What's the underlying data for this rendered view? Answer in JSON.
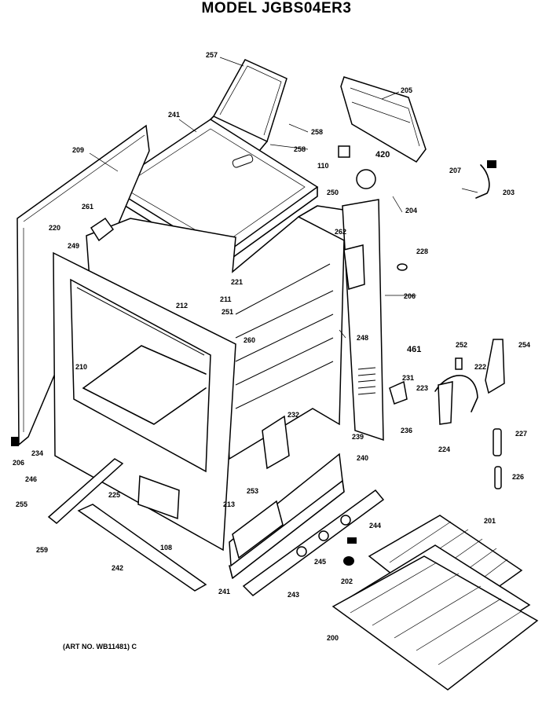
{
  "title": "MODEL JGBS04ER3",
  "art_number": "(ART NO. WB11481) C",
  "part_labels": [
    "257",
    "205",
    "241",
    "258",
    "258",
    "110",
    "420",
    "209",
    "207",
    "203",
    "250",
    "204",
    "261",
    "220",
    "262",
    "249",
    "228",
    "221",
    "211",
    "212",
    "251",
    "206",
    "260",
    "248",
    "461",
    "252",
    "254",
    "210",
    "222",
    "231",
    "223",
    "232",
    "239",
    "236",
    "227",
    "234",
    "206",
    "246",
    "240",
    "224",
    "226",
    "255",
    "225",
    "253",
    "213",
    "244",
    "201",
    "259",
    "108",
    "245",
    "242",
    "241",
    "243",
    "202",
    "200"
  ]
}
